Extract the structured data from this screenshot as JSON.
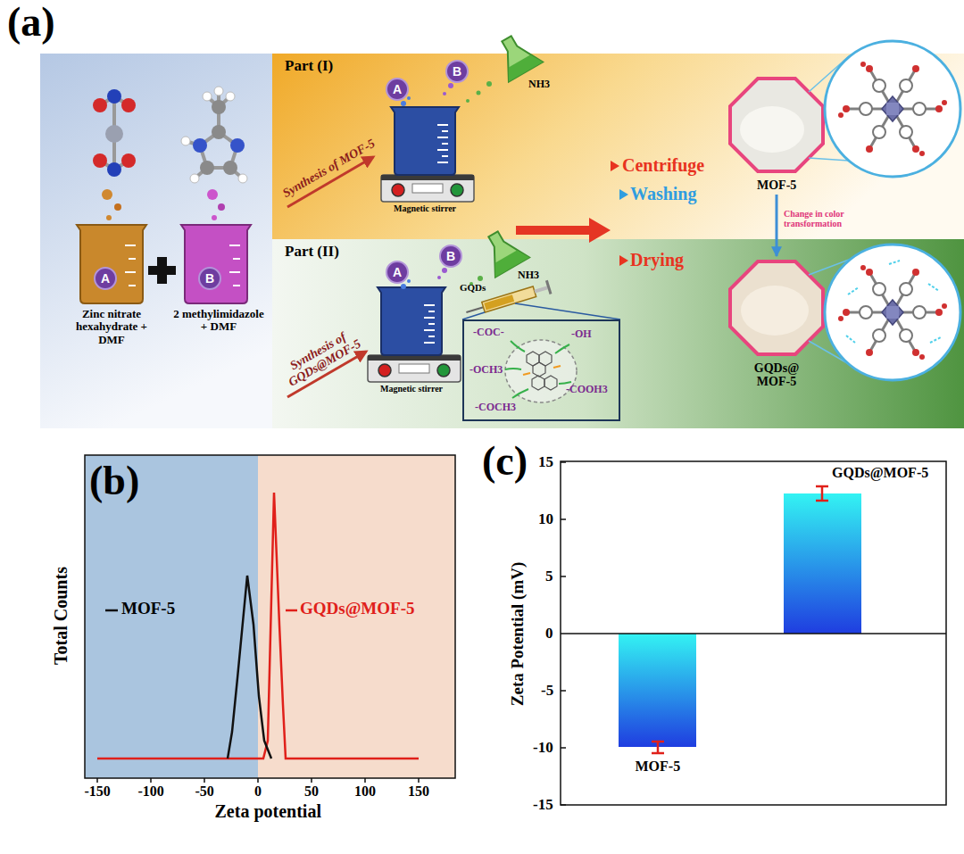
{
  "diagram": {
    "nodes": [
      {
        "text": [
          "A",
          "Zinc nitrate hexahydrate + DMF"
        ]
      },
      {
        "text": [
          "B",
          "2 methylimidazole + DMF"
        ]
      },
      {
        "text": [
          "Part (I)"
        ]
      },
      {
        "text": [
          "Magnetic stirrer"
        ],
        "in": 2
      },
      {
        "text": [
          "MOF-5"
        ],
        "in": 2
      },
      {
        "text": [
          "Part (II)"
        ]
      },
      {
        "text": [
          "Magnetic stirrer"
        ],
        "in": 5
      },
      {
        "text": [
          "-COC-",
          "-OH",
          "-OCH3",
          "-COOH3",
          "-COCH3"
        ],
        "in": 5
      },
      {
        "text": [
          "GQDs@ MOF-5"
        ],
        "in": 5
      }
    ],
    "edges": [
      {
        "from": 4,
        "to": 8,
        "arrow": "to",
        "label": "Change in color transformation"
      }
    ],
    "labels": [
      "(a)",
      "A",
      "B",
      "NH3",
      "Synthesis of MOF-5",
      "Centrifuge",
      "Washing",
      "Drying",
      "A",
      "B",
      "NH3",
      "Synthesis of GQDs@MOF-5",
      "GQDs",
      "(b)",
      "-150",
      "-100",
      "-50",
      "0",
      "50",
      "100",
      "150",
      "Zeta potential",
      "Total Counts",
      "(c)",
      "15",
      "10",
      "5",
      "0",
      "-5",
      "-10",
      "-15",
      "Zeta Potential (mV)",
      "MOF-5",
      "GQDs@MOF-5"
    ],
    "legend": [
      {
        "text": "MOF-5"
      },
      {
        "text": "GQDs@MOF-5"
      }
    ]
  }
}
